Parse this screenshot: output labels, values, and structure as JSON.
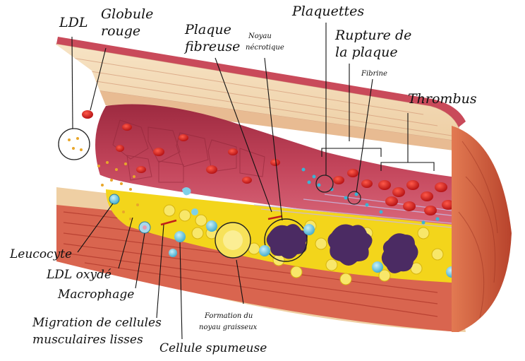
{
  "labels": {
    "ldl": "LDL",
    "globule_rouge_l1": "Globule",
    "globule_rouge_l2": "rouge",
    "plaque_fibreuse_l1": "Plaque",
    "plaque_fibreuse_l2": "fibreuse",
    "noyau_l1": "Noyau",
    "noyau_l2": "nécrotique",
    "plaquettes": "Plaquettes",
    "rupture_l1": "Rupture de",
    "rupture_l2": "la plaque",
    "fibrine": "Fibrine",
    "thrombus": "Thrombus",
    "leucocyte": "Leucocyte",
    "ldl_oxyde": "LDL oxydé",
    "macrophage": "Macrophage",
    "migration_l1": "Migration de cellules",
    "migration_l2": "musculaires lisses",
    "formation_l1": "Formation du",
    "formation_l2": "noyau graisseux",
    "cellule_spumeuse": "Cellule spumeuse"
  },
  "colors": {
    "outer_wall": "#f3d9b5",
    "muscle_layer": "#c95a4a",
    "lumen": "#b8354a",
    "plaque_yellow": "#f5d81e",
    "red_cell": "#d61a1a",
    "foam_cell": "#7fd0e8",
    "necrotic": "#4a2a5a",
    "artery_end": "#d9603f"
  }
}
